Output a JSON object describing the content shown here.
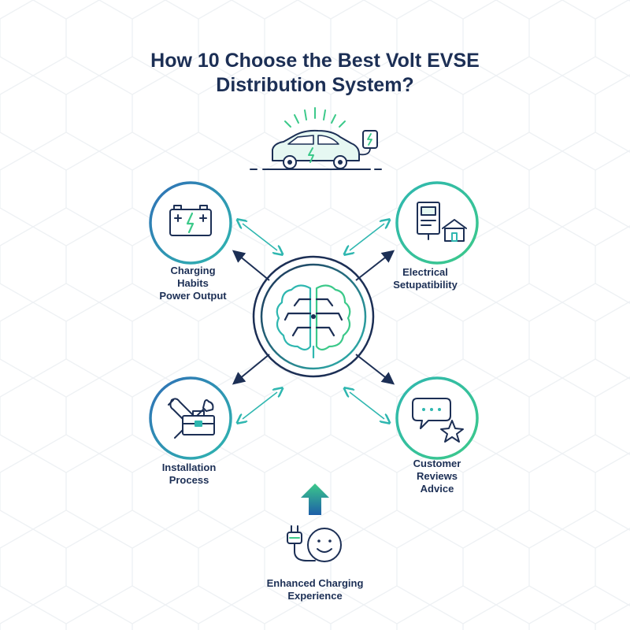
{
  "title": {
    "line1": "How 10 Choose the Best Volt EVSE",
    "line2": "Distribution System?"
  },
  "nodes": {
    "charging": {
      "lines": [
        "Charging",
        "Habits",
        "Power Output"
      ],
      "icon": "battery-icon"
    },
    "electrical": {
      "lines": [
        "Electrical",
        "Setupatibility"
      ],
      "icon": "electric-meter-house-icon"
    },
    "installation": {
      "lines": [
        "Installation",
        "Process"
      ],
      "icon": "wrench-toolbox-icon"
    },
    "customer": {
      "lines": [
        "Customer",
        "Reviews",
        "Advice"
      ],
      "icon": "chat-star-icon"
    },
    "outcome": {
      "lines": [
        "Enhanced Charging",
        "Experience"
      ],
      "icon": "plug-smiley-icon"
    }
  },
  "center": {
    "icon": "brain-circuit-icon"
  },
  "header_icon": "electric-car-charging-icon",
  "colors": {
    "navy": "#1c2f55",
    "blue": "#2f6fb6",
    "teal": "#2fb7b0",
    "green": "#3cc98a",
    "lightgrid": "#eef1f4"
  }
}
